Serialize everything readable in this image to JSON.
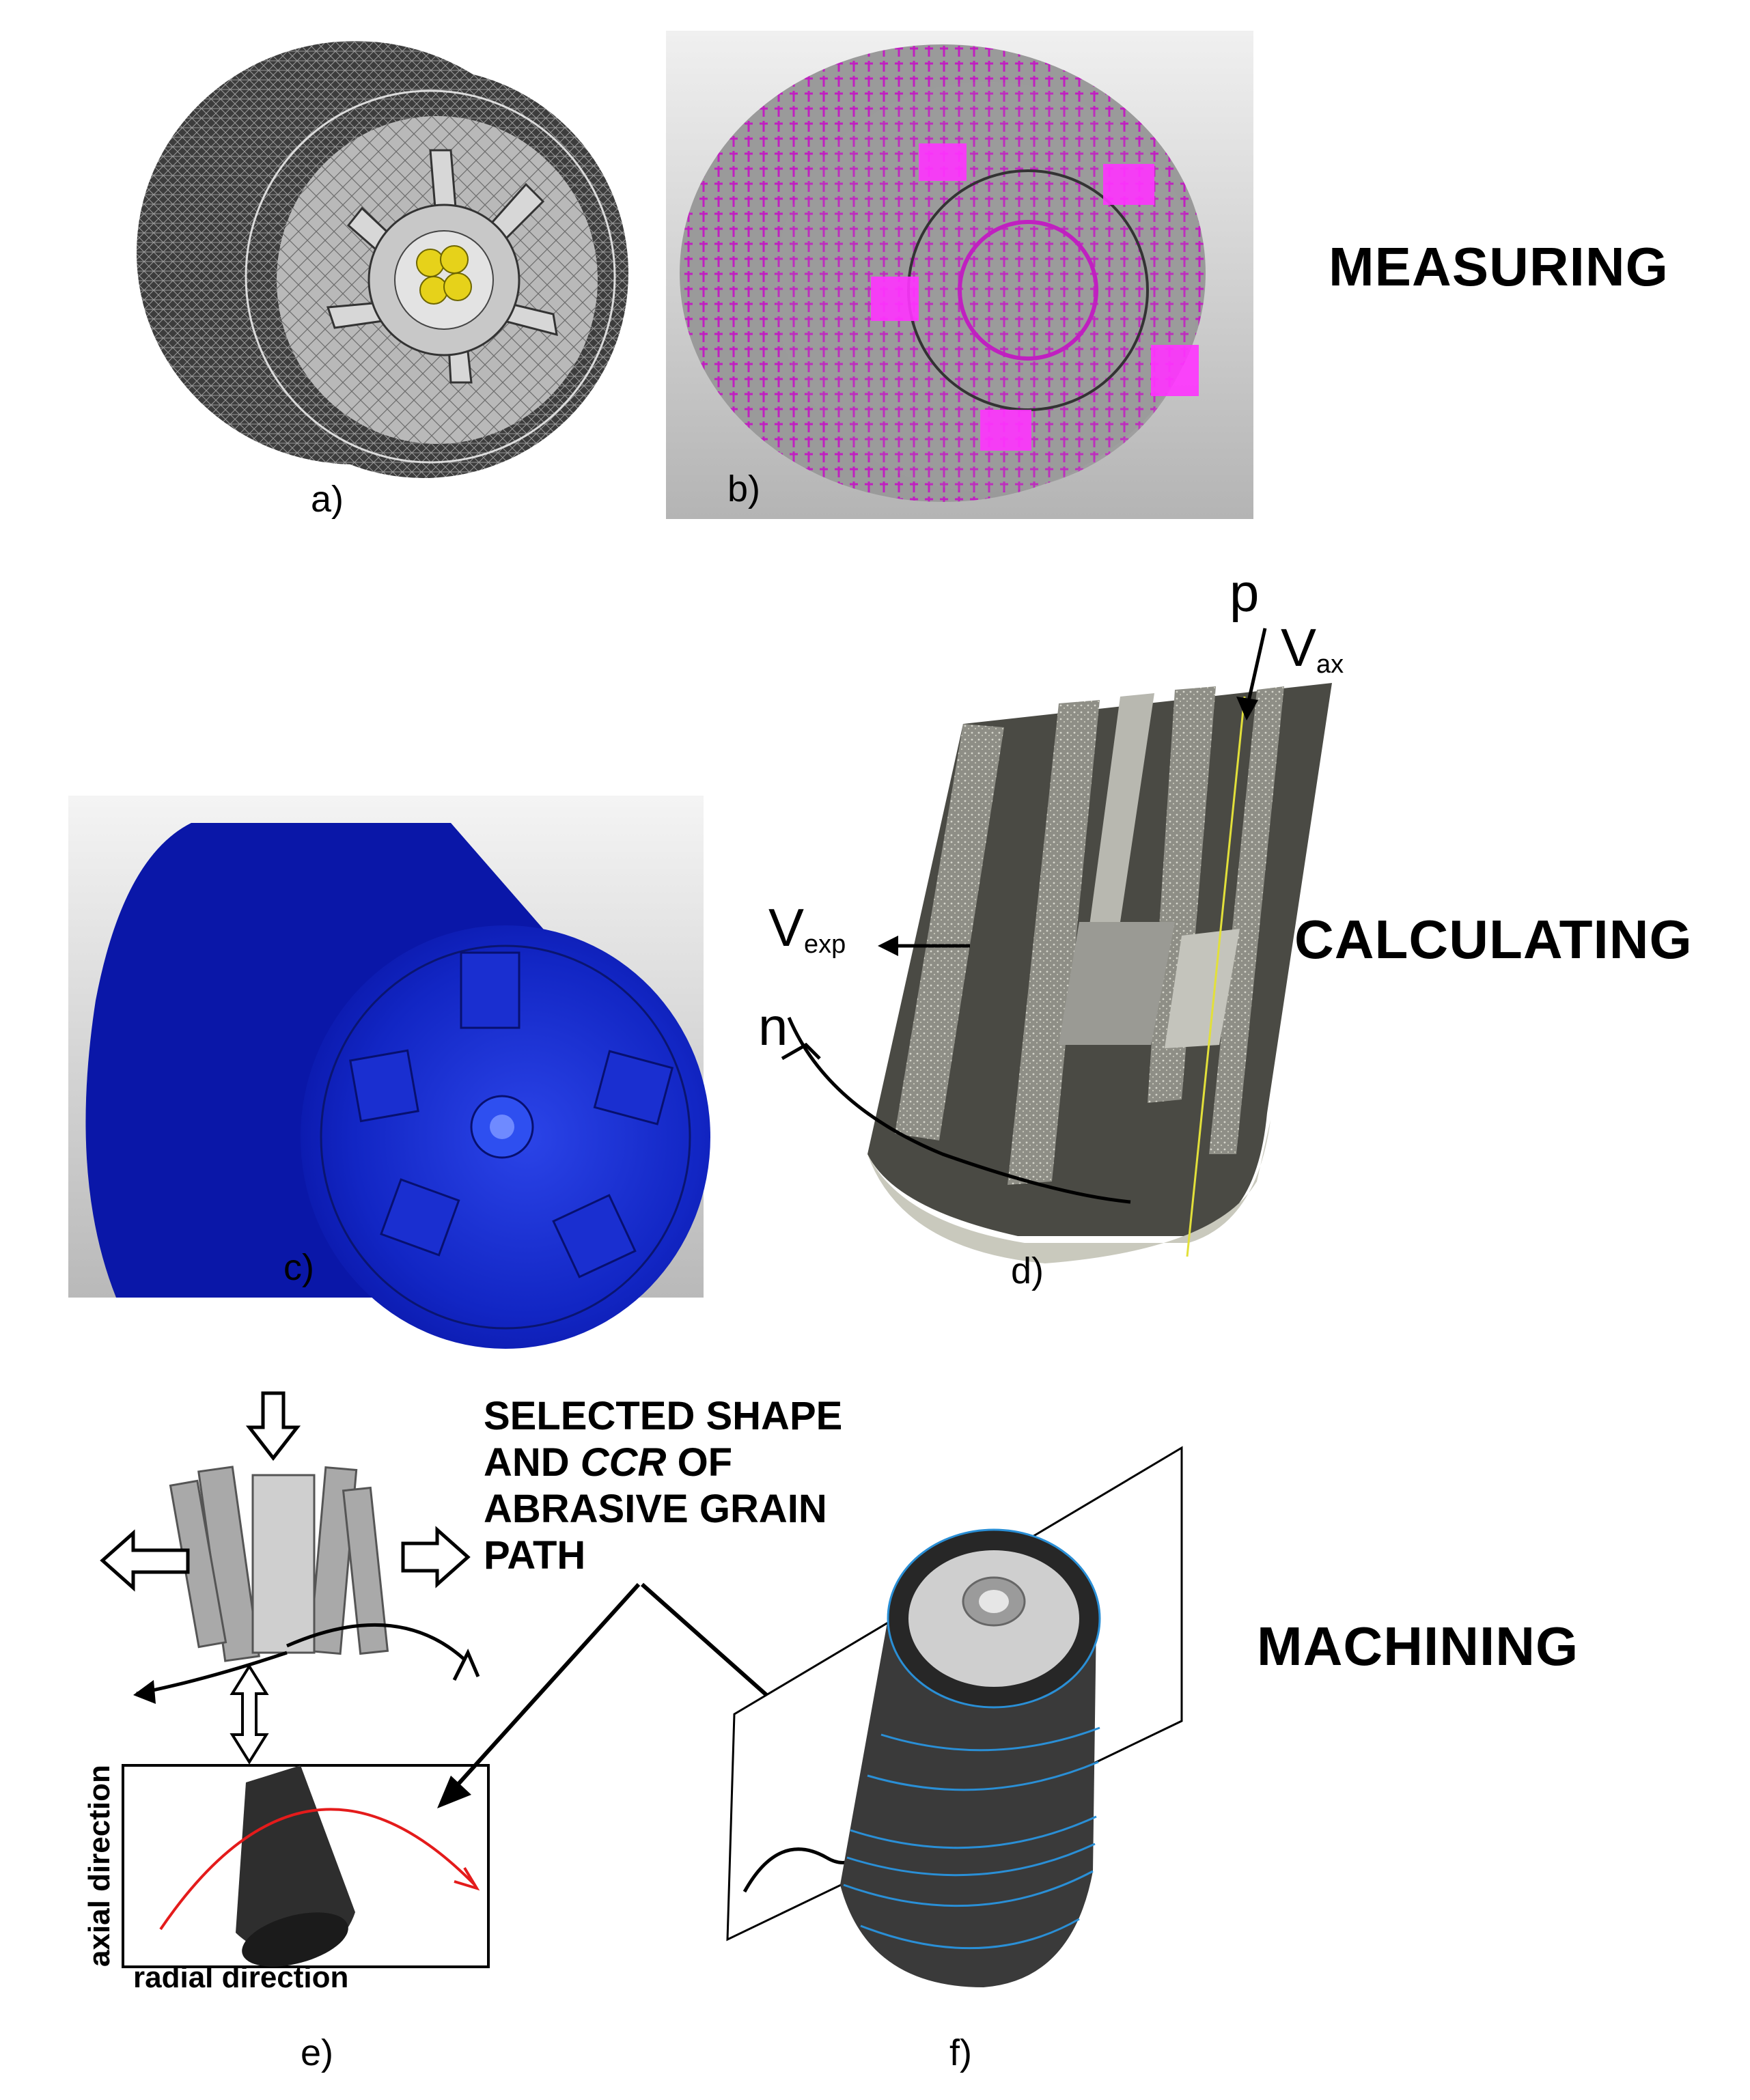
{
  "stages": {
    "measuring": "MEASURING",
    "calculating": "CALCULATING",
    "machining": "MACHINING"
  },
  "captions": {
    "a": "a)",
    "b": "b)",
    "c": "c)",
    "d": "d)",
    "e": "e)",
    "f": "f)"
  },
  "symbols": {
    "p": "p",
    "v_ax_main": "V",
    "v_ax_sub": "ax",
    "v_exp_main": "V",
    "v_exp_sub": "exp",
    "n": "n"
  },
  "note": {
    "line1": "SELECTED SHAPE",
    "line2_pre": "AND ",
    "line2_italic": "CCR",
    "line2_post": " OF",
    "line3": "ABRASIVE GRAIN",
    "line4": "PATH"
  },
  "axes": {
    "vertical": "axial direction",
    "horizontal": "radial direction"
  },
  "colors": {
    "mesh_gray": "#5a5a5a",
    "magenta": "#cc22cc",
    "fea_blue": "#0a17a8",
    "grain_path": "#e41b1b",
    "cylinder_edge": "#2a8fd6"
  }
}
